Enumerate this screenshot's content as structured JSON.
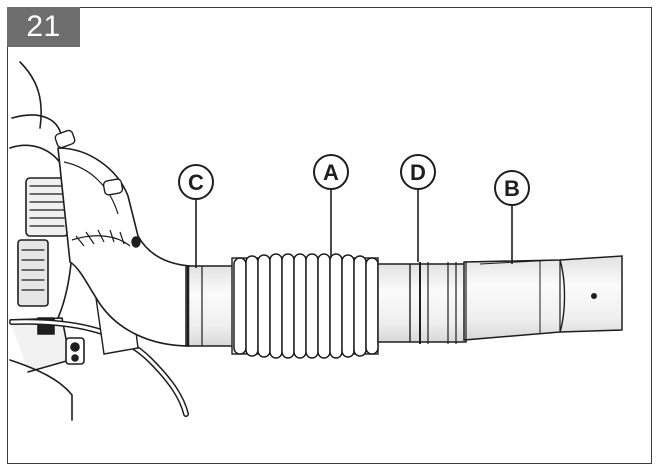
{
  "figure": {
    "number": "21"
  },
  "callouts": {
    "a": "A",
    "b": "B",
    "c": "C",
    "d": "D"
  },
  "colors": {
    "ink": "#1e1e1e",
    "badge": "#6e6e6e",
    "fill_light": "#f4f4f4",
    "fill_mid": "#e6e6e6"
  }
}
